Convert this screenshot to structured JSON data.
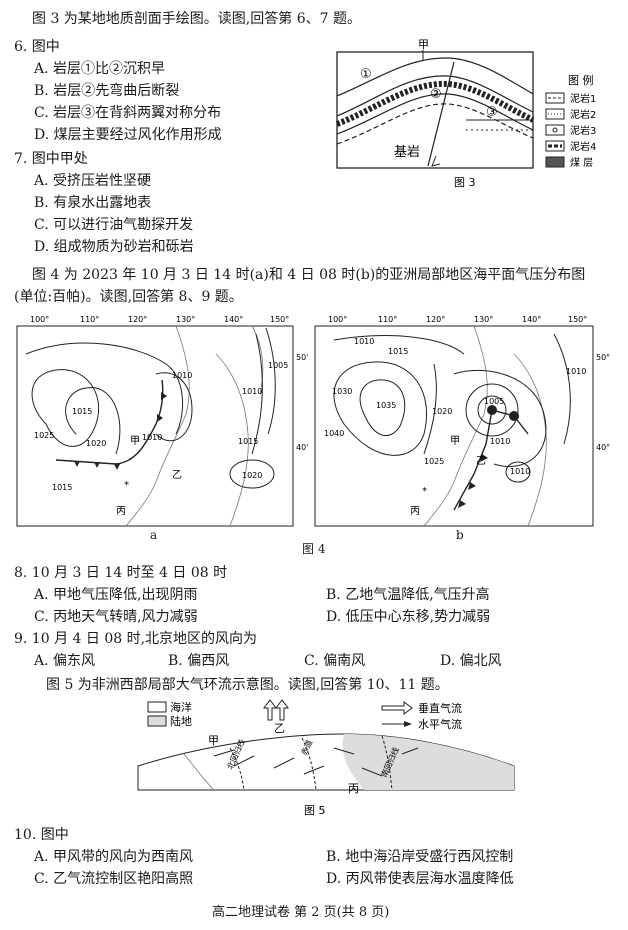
{
  "intro_fig3": "图 3 为某地地质剖面手绘图。读图,回答第 6、7 题。",
  "q6": {
    "stem": "6. 图中",
    "options": [
      "A. 岩层①比②沉积早",
      "B. 岩层②先弯曲后断裂",
      "C. 岩层③在背斜两翼对称分布",
      "D. 煤层主要经过风化作用形成"
    ]
  },
  "q7": {
    "stem": "7. 图中甲处",
    "options": [
      "A. 受挤压岩性坚硬",
      "B. 有泉水出露地表",
      "C. 可以进行油气勘探开发",
      "D. 组成物质为砂岩和砾岩"
    ]
  },
  "fig3": {
    "caption": "图 3",
    "label_jia": "甲",
    "layer_labels": [
      "①",
      "②",
      "③"
    ],
    "bedrock_label": "基岩",
    "legend_title": "图 例",
    "legend_items": [
      "泥岩1",
      "泥岩2",
      "泥岩3",
      "泥岩4",
      "煤 层"
    ]
  },
  "intro_fig4_line1": "图 4 为 2023 年 10 月 3 日 14 时(a)和 4 日 08 时(b)的亚洲局部地区海平面气压分布图",
  "intro_fig4_line2": "(单位:百帕)。读图,回答第 8、9 题。",
  "fig4": {
    "caption": "图 4",
    "a": {
      "sublabel": "a",
      "lon_labels": [
        "100°",
        "110°",
        "120°",
        "130°",
        "140°",
        "150°"
      ],
      "lat_labels": [
        "50°",
        "40°"
      ],
      "isobars": [
        "1015",
        "1020",
        "1025",
        "1010",
        "1005",
        "1010",
        "1015",
        "1020",
        "1010",
        "1015"
      ],
      "places": [
        "甲",
        "乙",
        "丙"
      ]
    },
    "b": {
      "sublabel": "b",
      "lon_labels": [
        "100°",
        "110°",
        "120°",
        "130°",
        "140°",
        "150°"
      ],
      "lat_labels": [
        "50°",
        "40°"
      ],
      "isobars": [
        "1010",
        "1015",
        "1030",
        "1040",
        "1035",
        "1025",
        "1020",
        "1005",
        "1010",
        "1010",
        "1010"
      ],
      "places": [
        "甲",
        "乙",
        "丙"
      ]
    }
  },
  "q8": {
    "stem": "8. 10 月 3 日 14 时至 4 日 08 时",
    "options": [
      "A. 甲地气压降低,出现阴雨",
      "B. 乙地气温降低,气压升高",
      "C. 丙地天气转晴,风力减弱",
      "D. 低压中心东移,势力减弱"
    ]
  },
  "q9": {
    "stem": "9. 10 月 4 日 08 时,北京地区的风向为",
    "options": [
      "A. 偏东风",
      "B. 偏西风",
      "C. 偏南风",
      "D. 偏北风"
    ]
  },
  "intro_fig5": "图 5 为非洲西部局部大气环流示意图。读图,回答第 10、11 题。",
  "fig5": {
    "caption": "图 5",
    "legend_ocean": "海洋",
    "legend_land": "陆地",
    "legend_vertical": "垂直气流",
    "legend_horizontal": "水平气流",
    "labels": [
      "甲",
      "乙",
      "丙"
    ],
    "line_labels": [
      "北回归线",
      "赤道",
      "南回归线"
    ]
  },
  "q10": {
    "stem": "10. 图中",
    "options": [
      "A. 甲风带的风向为西南风",
      "B. 地中海沿岸受盛行西风控制",
      "C. 乙气流控制区艳阳高照",
      "D. 丙风带使表层海水温度降低"
    ]
  },
  "footer": "高二地理试卷   第 2 页(共 8 页)"
}
